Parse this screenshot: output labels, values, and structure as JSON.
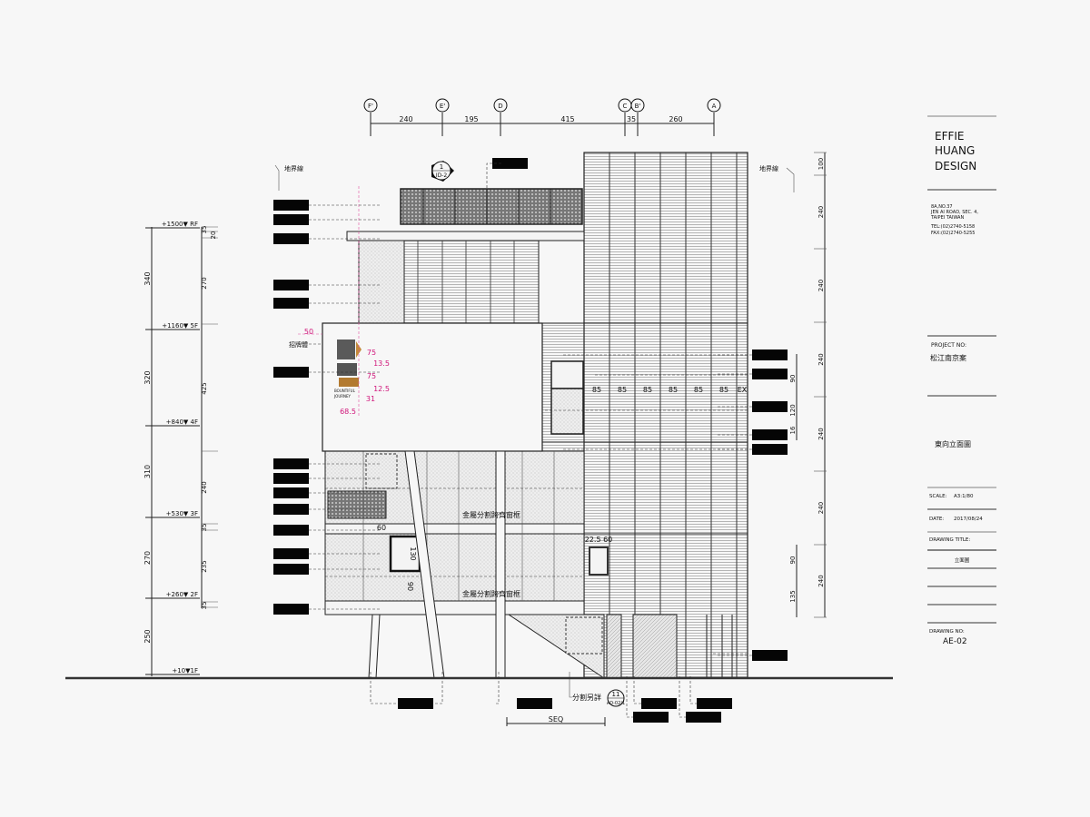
{
  "title_block": {
    "firm": [
      "EFFIE",
      "HUANG",
      "DESIGN"
    ],
    "address": [
      "8A,NO.37",
      "JEN AI ROAD, SEC. 4,",
      "TAIPEI TAIWAN"
    ],
    "tel": "TEL:(02)2740-5158",
    "fax": "FAX:(02)2740-5255",
    "project_no_label": "PROJECT NO:",
    "project_name": "松江南京案",
    "sheet_title": "東向立面圖",
    "scale_label": "SCALE:",
    "scale_value": "A3:1/80",
    "date_label": "DATE:",
    "date_value": "2017/08/24",
    "drawing_title_label": "DRAWING TITLE:",
    "drawing_title_value": "立面圖",
    "drawing_no_label": "DRAWING NO:",
    "drawing_no_value": "AE-02"
  },
  "grid_axes": [
    "F'",
    "E'",
    "D",
    "C",
    "B'",
    "A"
  ],
  "grid_spans": [
    "240",
    "195",
    "415",
    "35",
    "260"
  ],
  "levels": [
    "+1500▼ RF",
    "+1160▼ 5F",
    "+840▼ 4F",
    "+530▼ 3F",
    "+260▼ 2F",
    "+10▼1F"
  ],
  "level_spans": [
    "340",
    "320",
    "310",
    "270",
    "250"
  ],
  "sub_spans": [
    "35",
    "20",
    "270",
    "425",
    "240",
    "35",
    "235",
    "35"
  ],
  "right_spans": [
    "100",
    "240",
    "240",
    "240",
    "240",
    "240",
    "240"
  ],
  "right_sub_spans": [
    "90",
    "120",
    "16",
    "90",
    "135"
  ],
  "boundary_label": "地界線",
  "sign_label": "招牌體",
  "logo_text": [
    "BOUNTIFUL",
    "JOURNEY"
  ],
  "logo_dims": [
    "50",
    "75",
    "13.5",
    "75",
    "12.5",
    "31",
    "68.5"
  ],
  "panel_dims": [
    "85",
    "85",
    "85",
    "85",
    "85",
    "85",
    "EX"
  ],
  "window_dims": [
    "60",
    "130",
    "90",
    "22.5 60"
  ],
  "notes": [
    "金屬分割跨齊窗框",
    "金屬分割跨齊窗框",
    "分割另詳"
  ],
  "section_marks": [
    {
      "num": "1",
      "ref": "ID-2"
    },
    {
      "num": "11",
      "ref": "AD-02/1"
    }
  ],
  "bottom_dim": "SEQ"
}
